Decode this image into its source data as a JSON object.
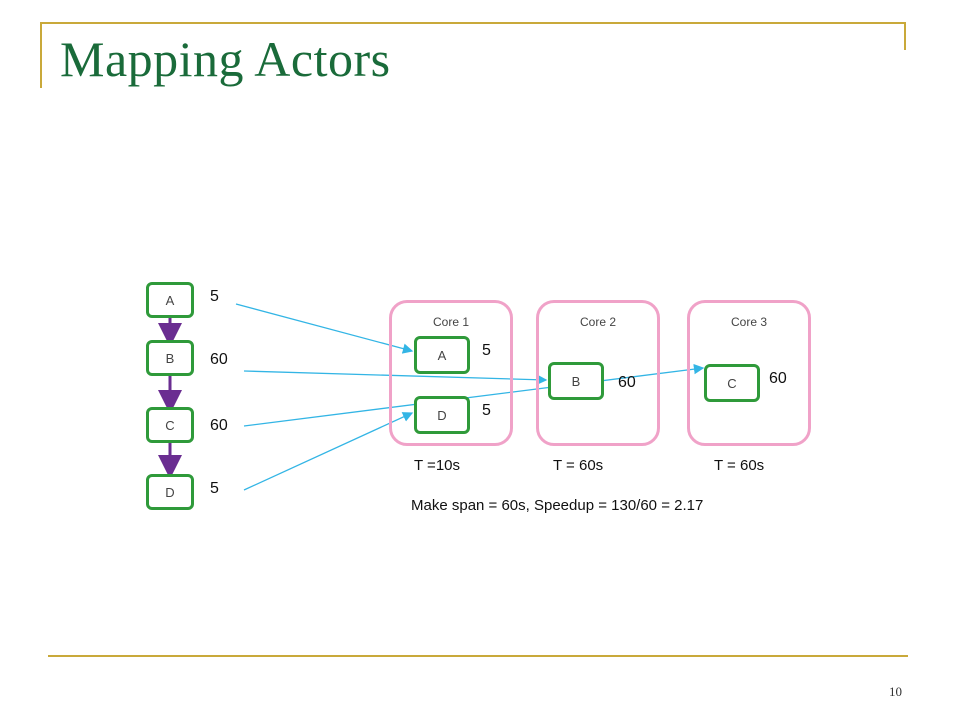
{
  "slide": {
    "title": "Mapping Actors",
    "page_number": "10"
  },
  "graph": {
    "actors": [
      "A",
      "B",
      "C",
      "D"
    ],
    "weights": [
      "5",
      "60",
      "60",
      "5"
    ]
  },
  "cores": [
    {
      "label": "Core 1",
      "time": "T =10s",
      "actors": [
        {
          "name": "A",
          "weight": "5"
        },
        {
          "name": "D",
          "weight": "5"
        }
      ]
    },
    {
      "label": "Core 2",
      "time": "T = 60s",
      "actors": [
        {
          "name": "B",
          "weight": "60"
        }
      ]
    },
    {
      "label": "Core 3",
      "time": "T = 60s",
      "actors": [
        {
          "name": "C",
          "weight": "60"
        }
      ]
    }
  ],
  "summary": "Make span = 60s, Speedup = 130/60 = 2.17",
  "colors": {
    "title": "#1a6b3a",
    "frame": "#c9a93a",
    "node_border": "#2f9a3a",
    "core_border": "#f0a2c8",
    "edge_arrow": "#6a2d91",
    "mapping_arrow": "#33b5e5"
  }
}
